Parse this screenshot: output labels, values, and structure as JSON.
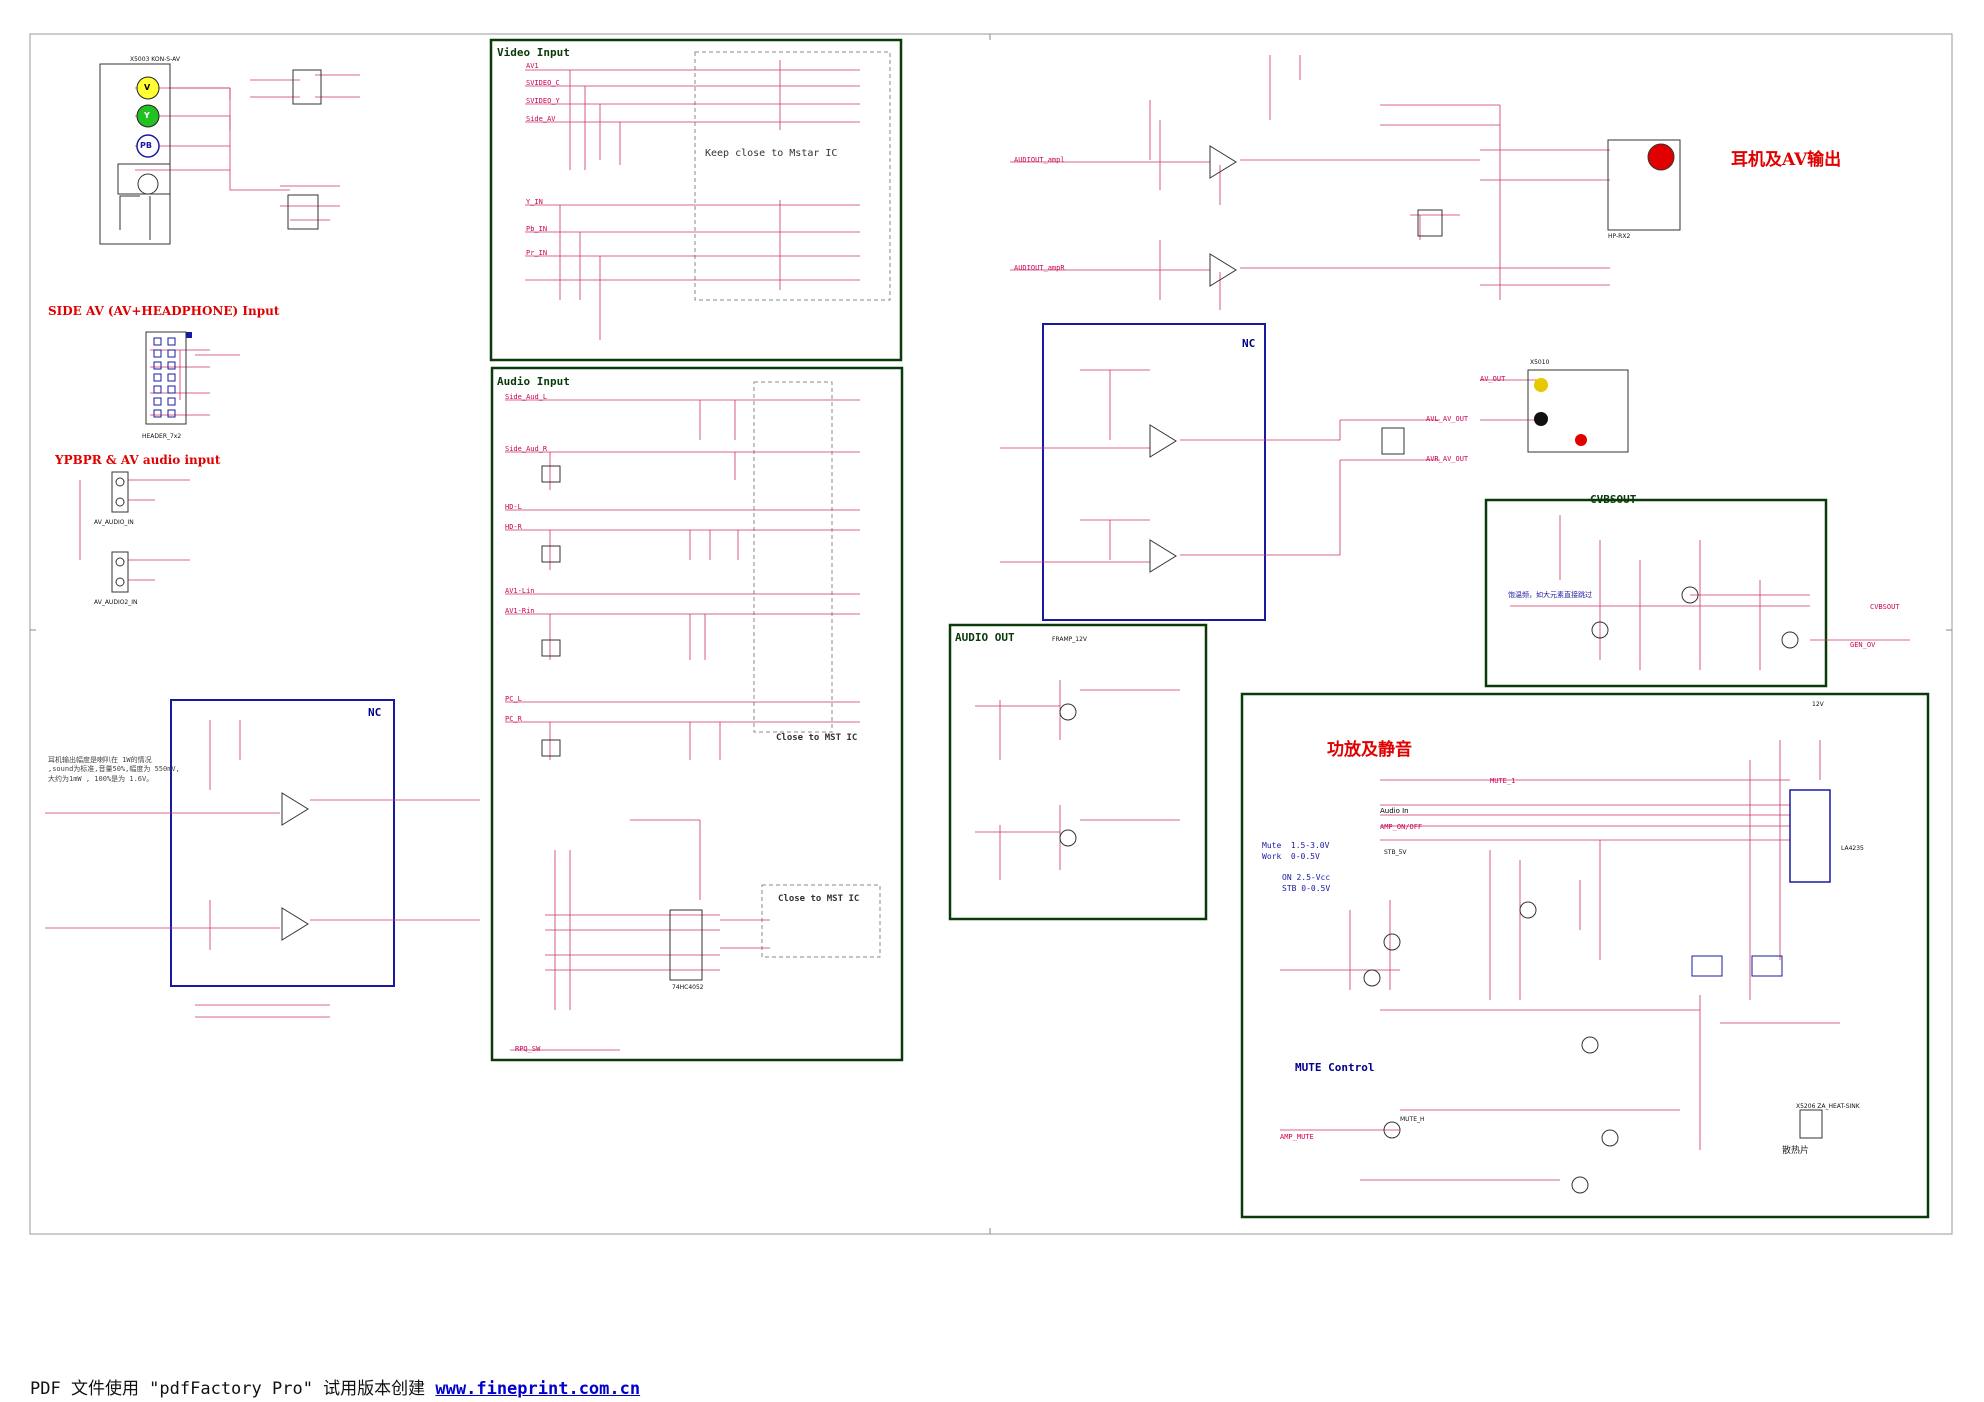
{
  "sections": {
    "video_input": "Video Input",
    "audio_input": "Audio Input",
    "audio_out": "AUDIO OUT",
    "cvbsout": "CVBSOUT",
    "mute_control": "MUTE Control",
    "nc_top": "NC",
    "nc_left": "NC"
  },
  "captions": {
    "side_av": "SIDE AV (AV+HEADPHONE) Input",
    "ypbpr": "YPBPR & AV audio input",
    "headphone_av_out": "耳机及AV输出",
    "amp_mute": "功放及静音"
  },
  "notes": {
    "keep_close": "Keep close to Mstar IC",
    "close_mst_1": "Close to MST IC",
    "close_mst_2": "Close to MST IC",
    "earphone_note": "耳机输出幅度是喇叭在 1W的情况\n,sound为标准,音量50%,幅度为 550mV,\n大约为1mW , 100%是为 1.6V。",
    "mute_levels": "Mute  1.5-3.0V\nWork  0-0.5V",
    "on_stb": "ON 2.5-Vcc\nSTB 0-0.5V",
    "cvbs_note": "饱温频，如大元素直接跳过",
    "heatsink": "散热片"
  },
  "connectors": {
    "x5003": "X5003  KON-S-AV",
    "header": "HEADER_7x2",
    "av_audio_in": "AV_AUDIO_IN",
    "av_audio2_in": "AV_AUDIO2_IN",
    "hp_rx2": "HP-RX2",
    "x5010": "X5010",
    "lm4835": "LA4235",
    "ic_74hc4052": "74HC4052",
    "x5206": "X5206  ZA_HEAT-SINK"
  },
  "jack_letters": [
    "V",
    "Y",
    "PB"
  ],
  "nets": {
    "av1": "AV1",
    "svideo_c": "SVIDEO_C",
    "svideo_y": "SVIDEO_Y",
    "side_av": "Side_AV",
    "y_in": "Y_IN",
    "pb_in": "Pb_IN",
    "pr_in": "Pr_IN",
    "side_aud_l": "Side_Aud_L",
    "side_aud_r": "Side_Aud_R",
    "hd_l": "HD-L",
    "hd_r": "HD-R",
    "av1_lin": "AV1-Lin",
    "av1_rin": "AV1-Rin",
    "pc_l": "PC_L",
    "pc_r": "PC_R",
    "audiout_ampl": "AUDIOUT_ampl",
    "audiout_ampr": "AUDIOUT_ampR",
    "av_out": "AV_OUT",
    "cvbs_out": "CVBSOUT",
    "audio_in": "Audio In",
    "amp_onoff": "AMP_ON/OFF",
    "mute_1": "MUTE_1",
    "mute_h": "MUTE_H",
    "amp_mute": "AMP_MUTE",
    "stb_5v": "STB_5V",
    "vcc_12v": "12V",
    "framp": "FRAMP_12V",
    "avl_out": "AVL_AV_OUT",
    "avr_out": "AVR_AV_OUT",
    "gen_ov": "GEN_OV",
    "rpq_sw": "RPQ_SW"
  },
  "footer": {
    "prefix": "PDF 文件使用 \"pdfFactory Pro\" 试用版本创建 ",
    "link": "www.fineprint.com.cn"
  }
}
